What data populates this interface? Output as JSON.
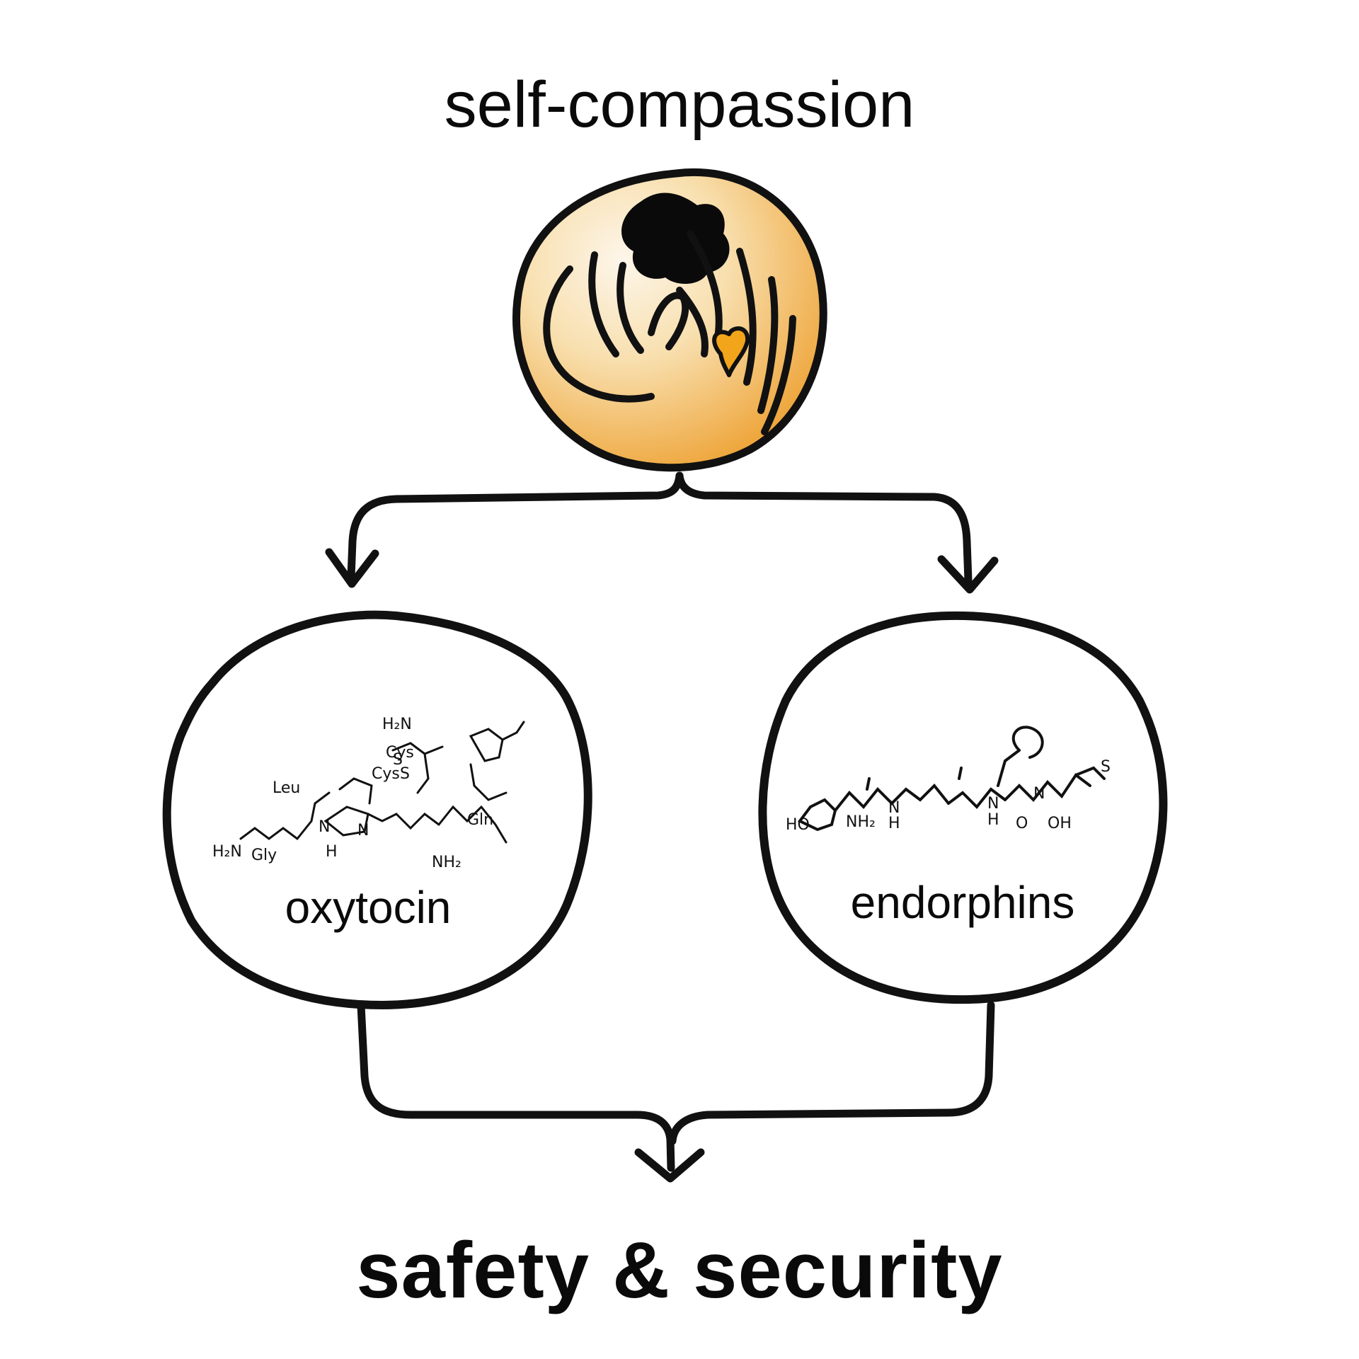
{
  "diagram": {
    "top_label": "self-compassion",
    "bottom_label": "safety & security",
    "nodes": [
      {
        "id": "oxytocin",
        "label": "oxytocin"
      },
      {
        "id": "endorphins",
        "label": "endorphins"
      }
    ],
    "edges": [
      {
        "from": "self-compassion",
        "to": "oxytocin"
      },
      {
        "from": "self-compassion",
        "to": "endorphins"
      },
      {
        "from": "oxytocin",
        "to": "safety & security"
      },
      {
        "from": "endorphins",
        "to": "safety & security"
      }
    ],
    "oxytocin_structure_labels": [
      "H₂N",
      "Cys",
      "Cys",
      "S",
      "S",
      "Leu",
      "H₂N",
      "Gly",
      "N",
      "H",
      "N",
      "Gln",
      "NH₂"
    ],
    "endorphin_structure_labels": [
      "HO",
      "NH₂",
      "N",
      "H",
      "N",
      "H",
      "N",
      "O",
      "S",
      "OH"
    ]
  },
  "colors": {
    "stroke": "#111111",
    "orb_light": "#fbeed8",
    "orb_mid": "#f5cf8a",
    "orb_dark": "#efaa3c",
    "heart": "#f2a51a"
  }
}
